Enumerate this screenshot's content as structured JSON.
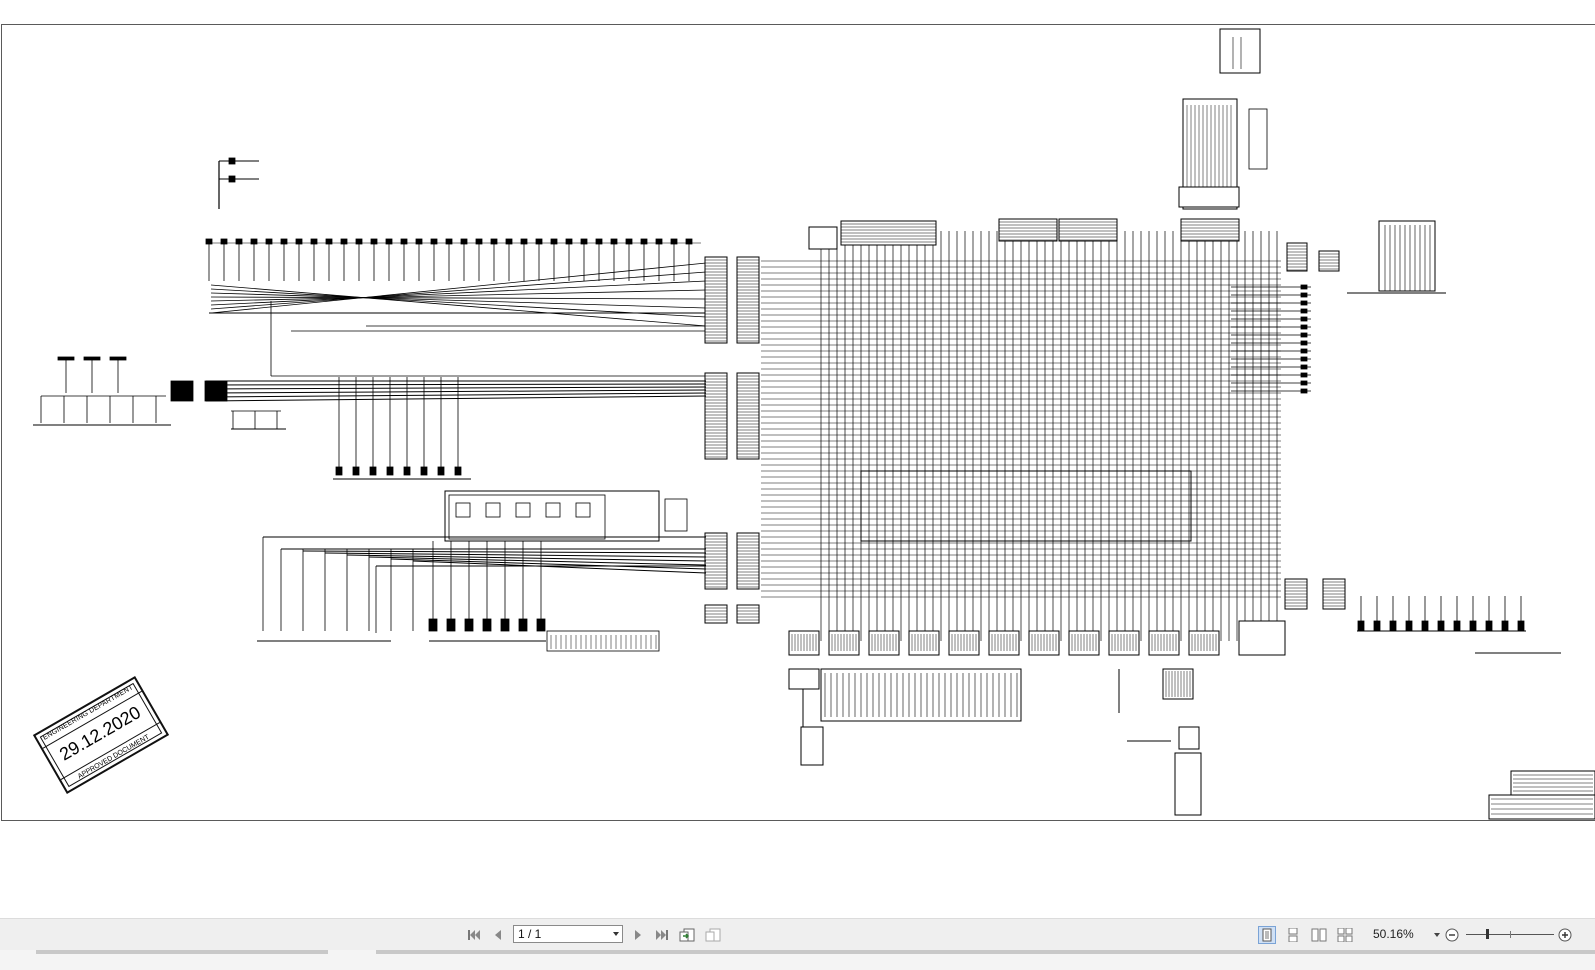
{
  "stamp": {
    "line_top": "ENGINEERING DEPARTMENT",
    "date": "29.12.2020",
    "line_bottom": "APPROVED DOCUMENT"
  },
  "toolbar": {
    "page_indicator": "1 / 1",
    "zoom_level": "50.16%",
    "buttons": {
      "first_page": "first-page-icon",
      "previous_page": "previous-page-icon",
      "next_page": "next-page-icon",
      "last_page": "last-page-icon",
      "previous_view": "previous-view-icon",
      "next_view": "next-view-icon",
      "single_page": "single-page-icon",
      "continuous": "continuous-page-icon",
      "facing": "facing-pages-icon",
      "continuous_facing": "continuous-facing-icon",
      "zoom_out": "zoom-out-icon",
      "zoom_in": "zoom-in-icon"
    }
  },
  "colors": {
    "page_background": "#ffffff",
    "line_color": "#000000",
    "toolbar_background": "#efefef",
    "active_mode_background": "#cfe0f5"
  }
}
